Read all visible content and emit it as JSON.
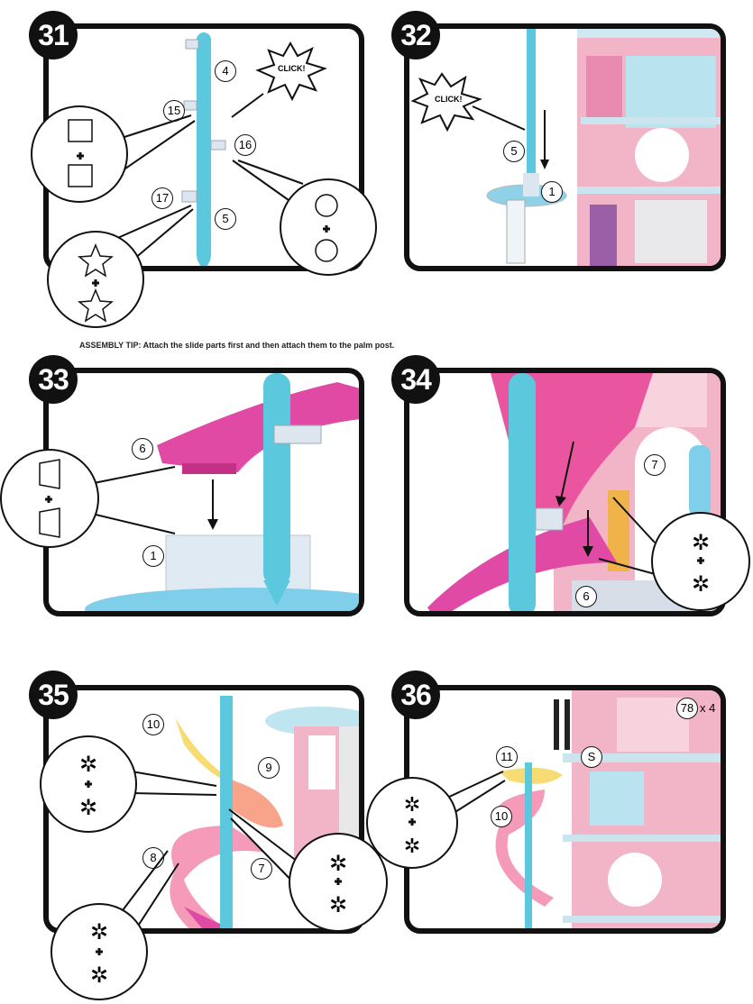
{
  "steps": [
    {
      "number": "31",
      "badges": [
        "4",
        "15",
        "16",
        "17",
        "5"
      ],
      "click": "CLICK!"
    },
    {
      "number": "32",
      "badges": [
        "5",
        "1"
      ],
      "click": "CLICK!"
    },
    {
      "number": "33",
      "badges": [
        "6",
        "1"
      ]
    },
    {
      "number": "34",
      "badges": [
        "7",
        "6"
      ]
    },
    {
      "number": "35",
      "badges": [
        "10",
        "9",
        "8",
        "7"
      ]
    },
    {
      "number": "36",
      "badges": [
        "78",
        "11",
        "S",
        "10"
      ],
      "quantity": "x 4"
    }
  ],
  "assembly_tip": "ASSEMBLY TIP: Attach the slide parts first and then attach them to the palm post.",
  "colors": {
    "post": "#5bc8de",
    "slide_pink": "#e04aa5",
    "slide_light_pink": "#f59ab8",
    "slide_yellow": "#f7dc74",
    "house_pink": "#f2b5c8"
  }
}
